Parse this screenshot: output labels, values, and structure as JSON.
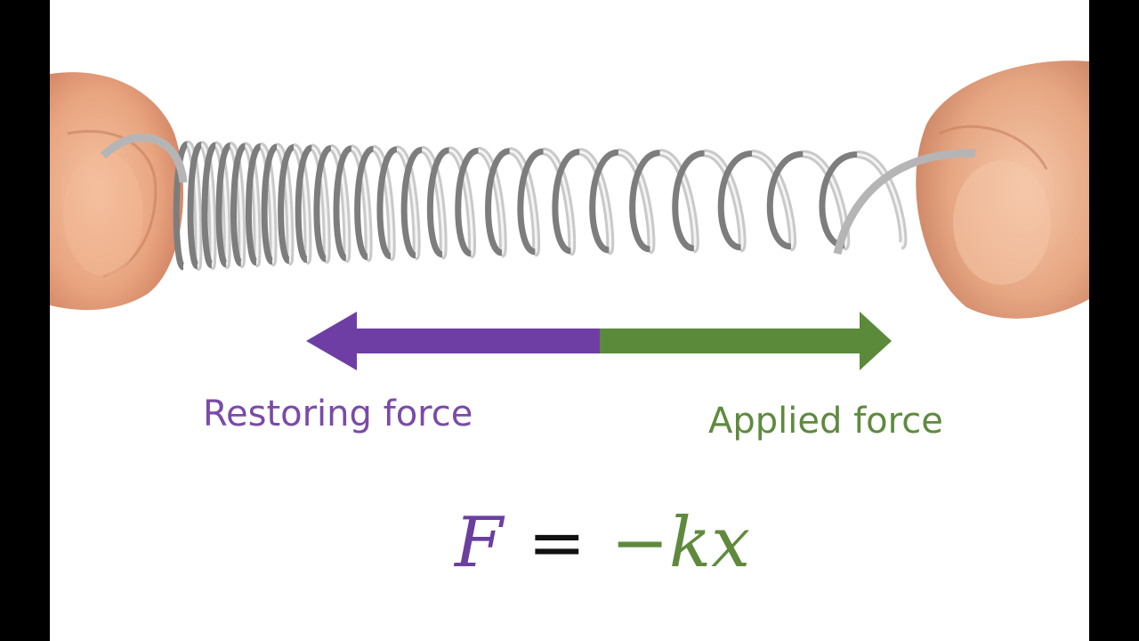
{
  "labels": {
    "restoring": "Restoring force",
    "applied": "Applied force"
  },
  "equation": {
    "lhs": "F",
    "op": "=",
    "rhs": "−kx"
  },
  "colors": {
    "restoring": "#6f3ea5",
    "applied": "#5a8a3a",
    "skin": "#e7a884",
    "spring": "#a9a9a9"
  }
}
